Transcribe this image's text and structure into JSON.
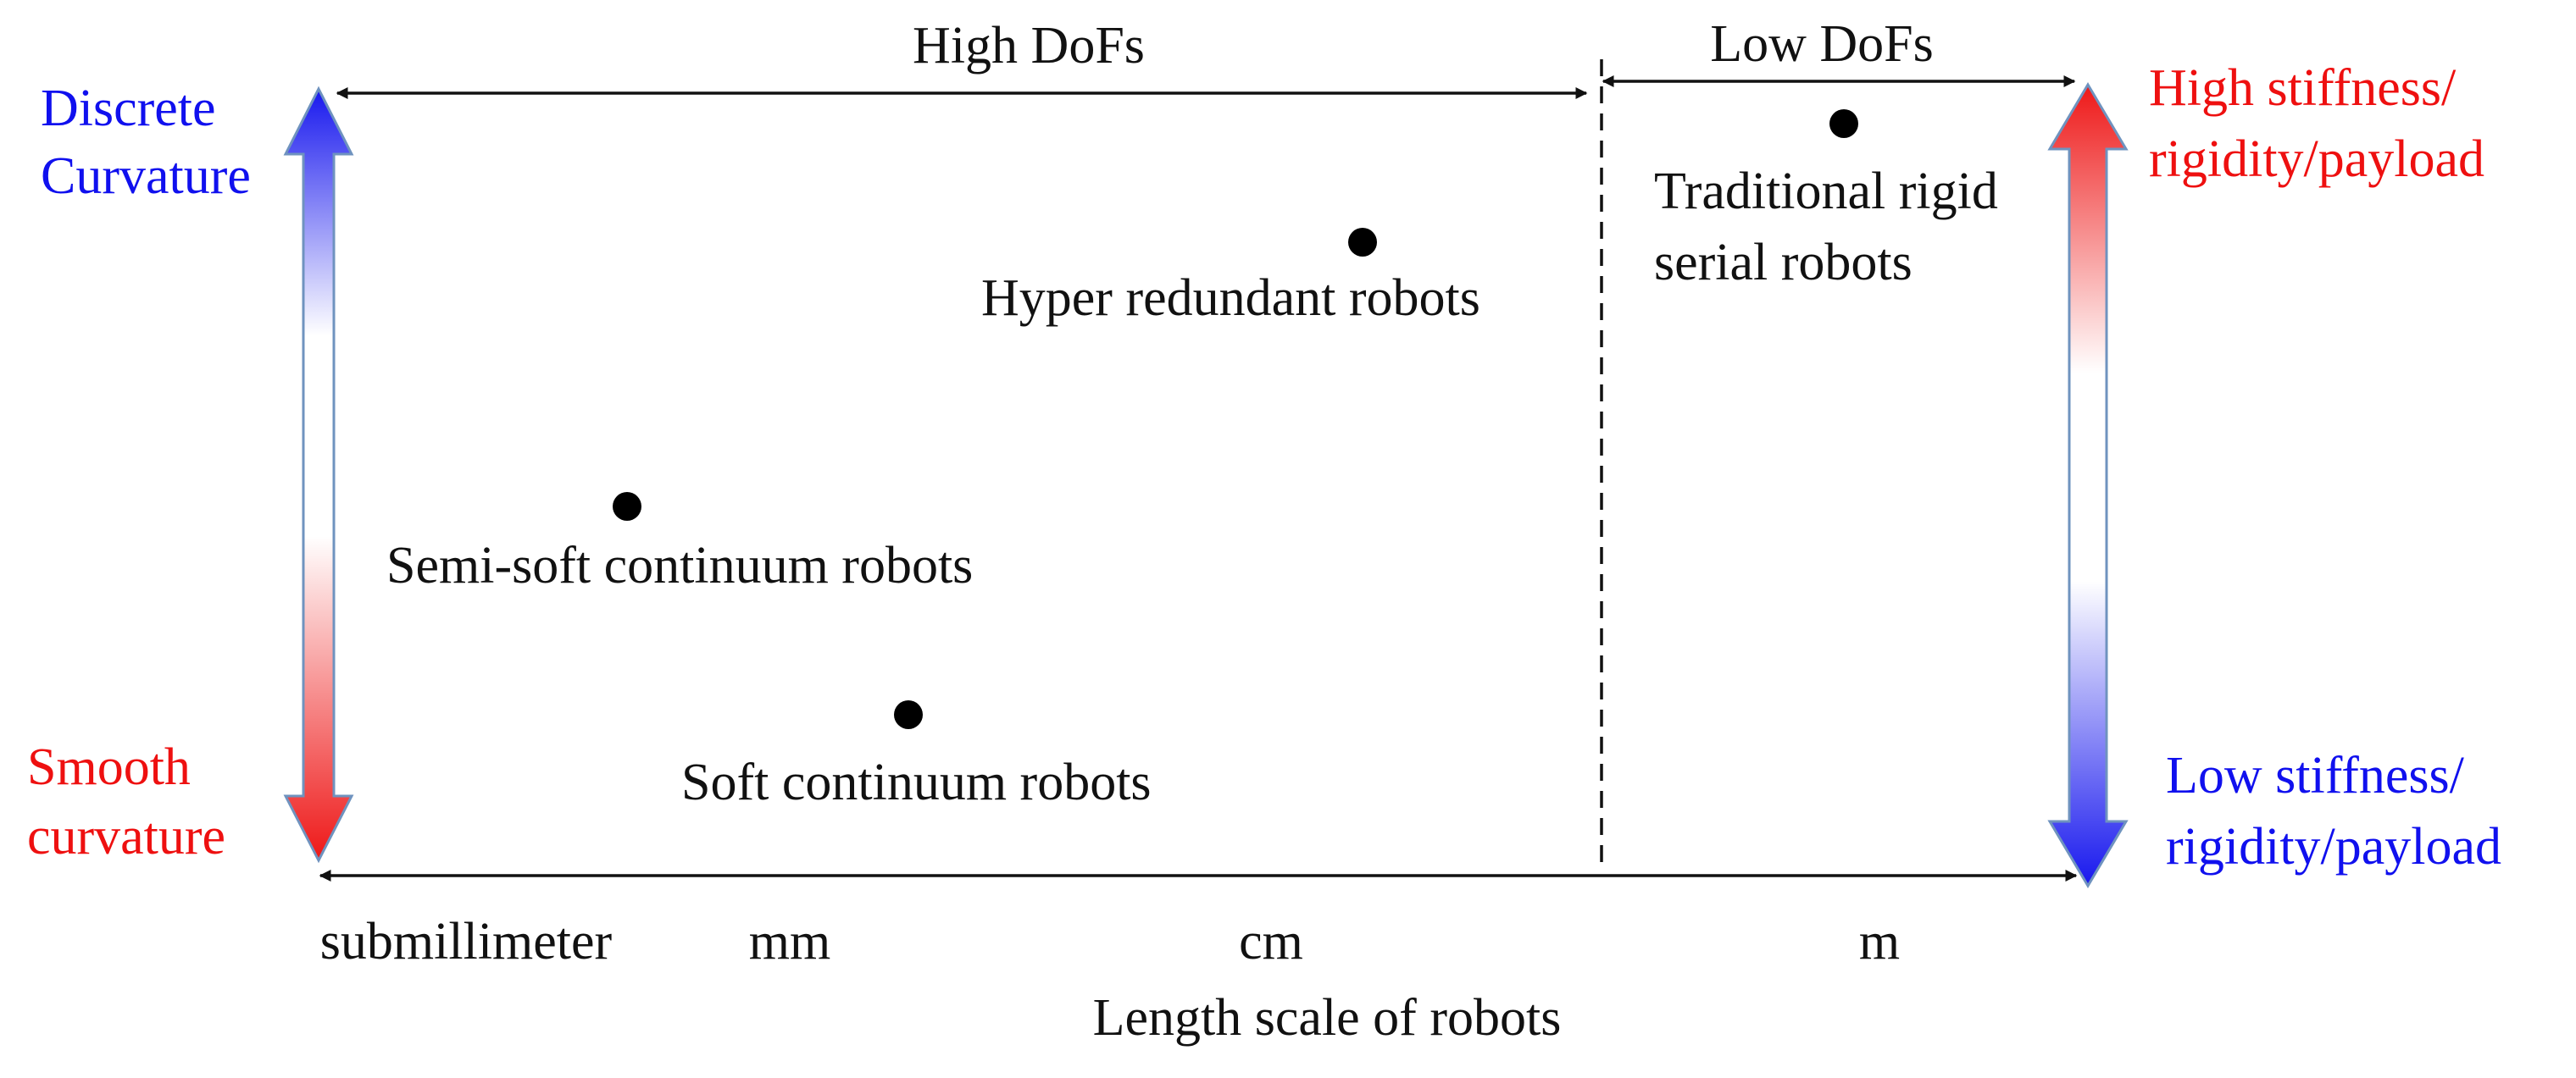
{
  "top": {
    "high_dofs": "High DoFs",
    "low_dofs": "Low DoFs"
  },
  "left_scale": {
    "top_line1": "Discrete",
    "top_line2": "Curvature",
    "bottom_line1": "Smooth",
    "bottom_line2": "curvature",
    "top_color": "#1010ee",
    "bottom_color": "#ee1010"
  },
  "right_scale": {
    "top_line1": "High stiffness/",
    "top_line2": "rigidity/payload",
    "bottom_line1": "Low stiffness/",
    "bottom_line2": "rigidity/payload",
    "top_color": "#ee1010",
    "bottom_color": "#1010ee"
  },
  "points": [
    {
      "name": "traditional-rigid-serial-robots",
      "lines": [
        "Traditional rigid",
        "serial robots"
      ]
    },
    {
      "name": "hyper-redundant-robots",
      "lines": [
        "Hyper redundant robots"
      ]
    },
    {
      "name": "semi-soft-continuum-robots",
      "lines": [
        "Semi-soft continuum robots"
      ]
    },
    {
      "name": "soft-continuum-robots",
      "lines": [
        "Soft continuum robots"
      ]
    }
  ],
  "x_axis": {
    "ticks": [
      "submillimeter",
      "mm",
      "cm",
      "m"
    ],
    "title": "Length scale of robots"
  }
}
